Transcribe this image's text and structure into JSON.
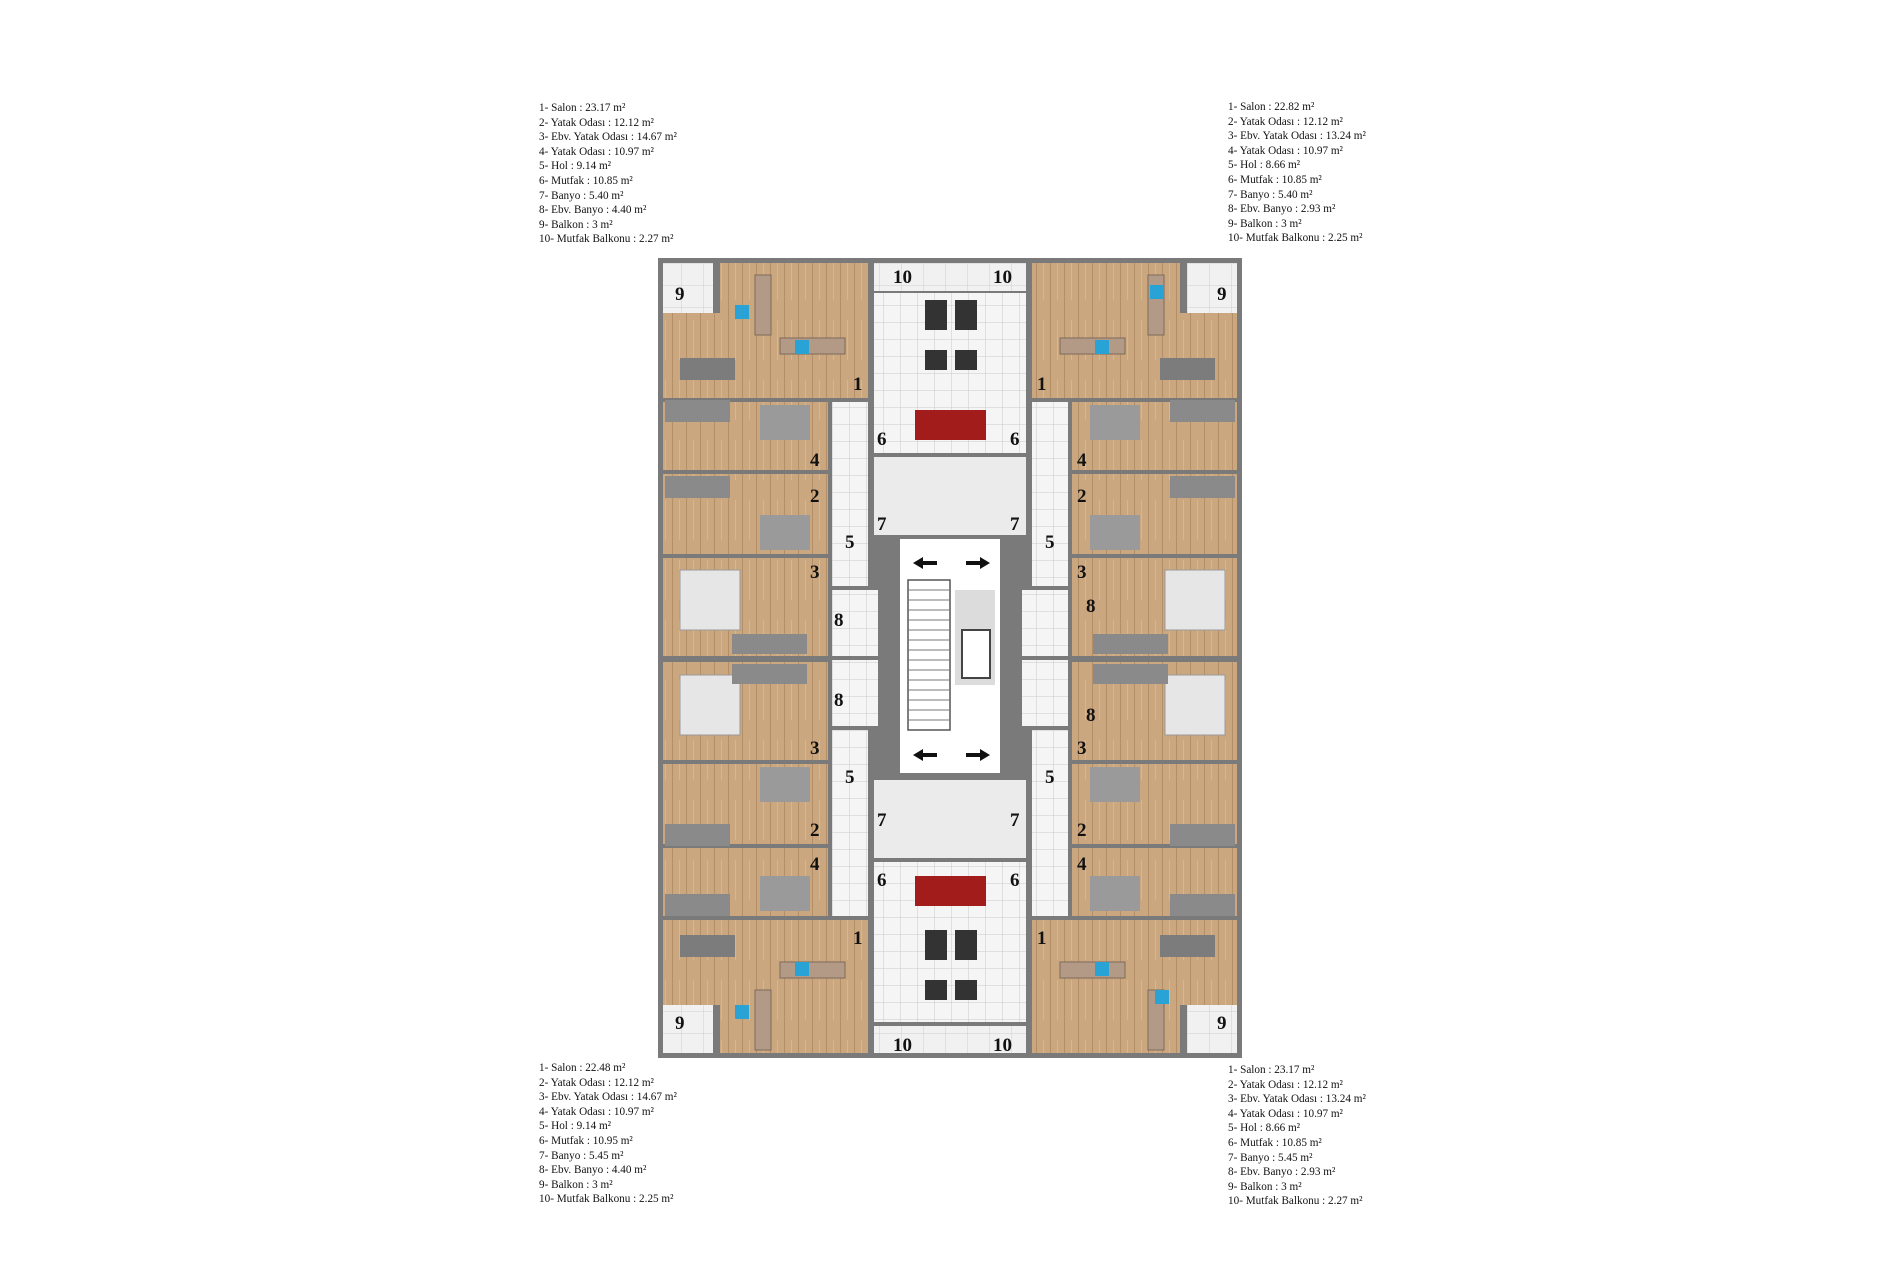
{
  "legends": {
    "top_left": [
      "1- Salon : 23.17 m²",
      "2- Yatak Odası : 12.12 m²",
      "3- Ebv. Yatak Odası : 14.67 m²",
      "4- Yatak Odası  : 10.97 m²",
      "5- Hol : 9.14 m²",
      "6- Mutfak : 10.85 m²",
      "7- Banyo : 5.40 m²",
      "8- Ebv. Banyo : 4.40 m²",
      "9- Balkon : 3 m²",
      "10- Mutfak Balkonu : 2.27 m²"
    ],
    "top_right": [
      "1- Salon : 22.82 m²",
      "2- Yatak Odası : 12.12 m²",
      "3- Ebv. Yatak Odası : 13.24 m²",
      "4- Yatak Odası  : 10.97 m²",
      "5- Hol : 8.66 m²",
      "6- Mutfak : 10.85 m²",
      "7- Banyo : 5.40 m²",
      "8- Ebv. Banyo : 2.93 m²",
      "9- Balkon : 3 m²",
      "10- Mutfak Balkonu : 2.25 m²"
    ],
    "bottom_left": [
      "1- Salon : 22.48 m²",
      "2- Yatak Odası : 12.12 m²",
      "3- Ebv. Yatak Odası : 14.67 m²",
      "4- Yatak Odası : 10.97 m²",
      "5- Hol : 9.14 m²",
      "6- Mutfak : 10.95 m²",
      "7- Banyo : 5.45 m²",
      "8- Ebv. Banyo : 4.40 m²",
      "9- Balkon : 3 m²",
      "10- Mutfak Balkonu : 2.25 m²"
    ],
    "bottom_right": [
      "1- Salon : 23.17 m²",
      "2- Yatak Odası : 12.12 m²",
      "3- Ebv. Yatak Odası : 13.24 m²",
      "4- Yatak Odası : 10.97 m²",
      "5- Hol : 8.66 m²",
      "6- Mutfak : 10.85 m²",
      "7- Banyo : 5.45 m²",
      "8- Ebv. Banyo : 2.93 m²",
      "9- Balkon : 3 m²",
      "10- Mutfak Balkonu : 2.27 m²"
    ]
  },
  "room_numbers": {
    "salon": "1",
    "bedroom_2": "2",
    "master_bedroom": "3",
    "bedroom_4": "4",
    "hall": "5",
    "kitchen": "6",
    "bathroom": "7",
    "master_bath": "8",
    "balcony": "9",
    "kitchen_balcony": "10"
  },
  "colors": {
    "wood_floor": "#cba77f",
    "tile_floor": "#f4f4f4",
    "wall": "#6e6e6e",
    "sofa_accent": "#29a3d6",
    "kitchen_counter": "#a31c1c",
    "balcony_floor": "#f0f0f0"
  }
}
